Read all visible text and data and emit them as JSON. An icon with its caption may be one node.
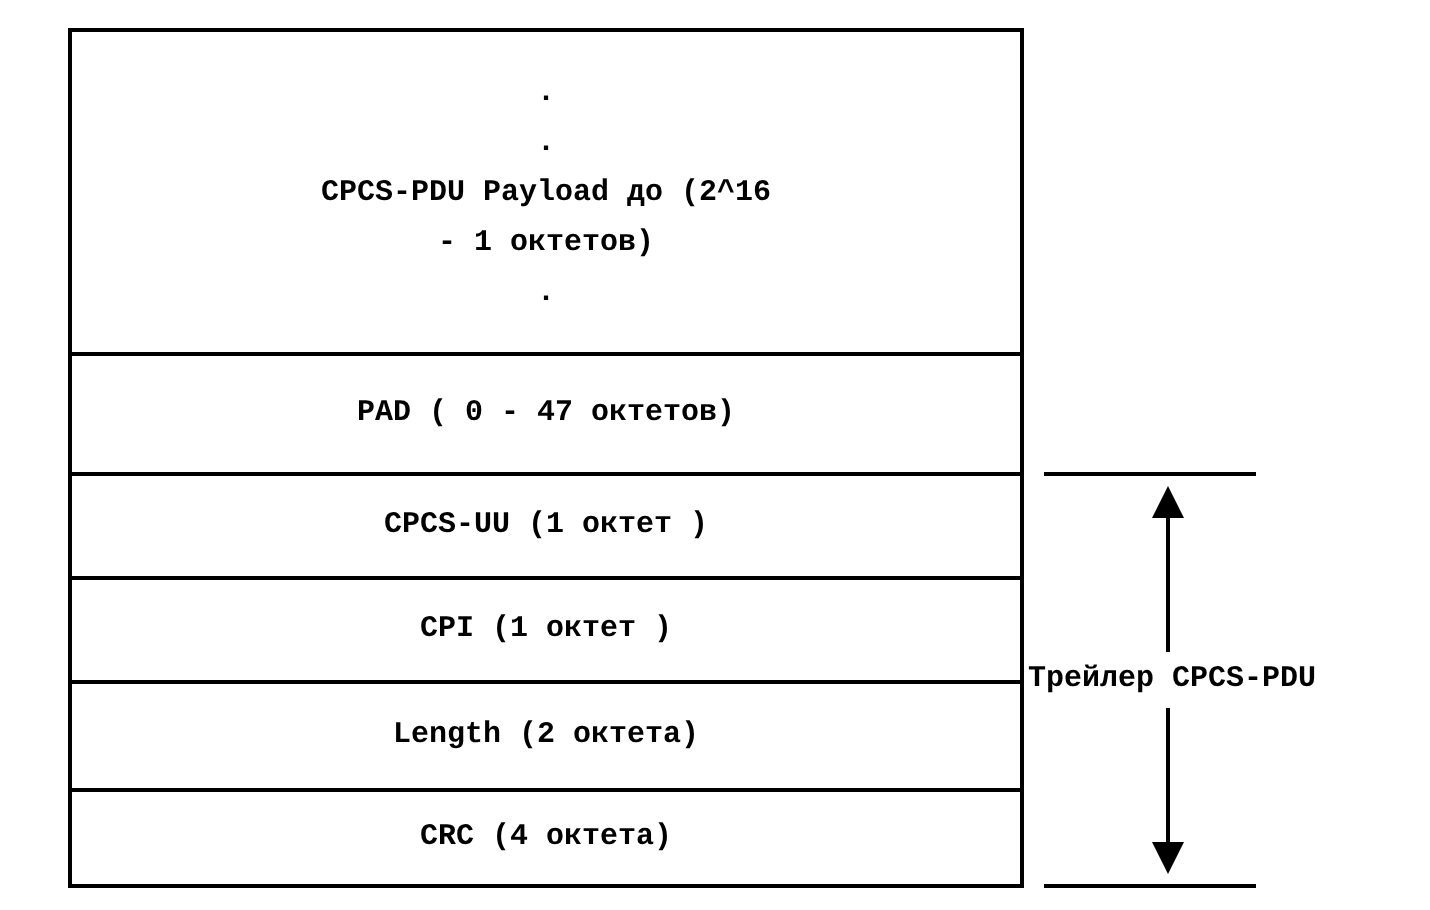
{
  "diagram": {
    "nodes": [
      {
        "text": [
          ".",
          ".",
          "CPCS-PDU Payload до (2^16 - 1 октетов)",
          "."
        ]
      },
      {
        "text": [
          "PAD ( 0 - 47 октетов)"
        ]
      },
      {
        "text": [
          "CPCS-UU (1 октет )"
        ]
      },
      {
        "text": [
          "CPI (1 октет )"
        ]
      },
      {
        "text": [
          "Length (2 октета)"
        ]
      },
      {
        "text": [
          "CRC (4 октета)"
        ]
      }
    ],
    "edges": [],
    "labels": [
      "Трейлер CPCS-PDU"
    ]
  }
}
